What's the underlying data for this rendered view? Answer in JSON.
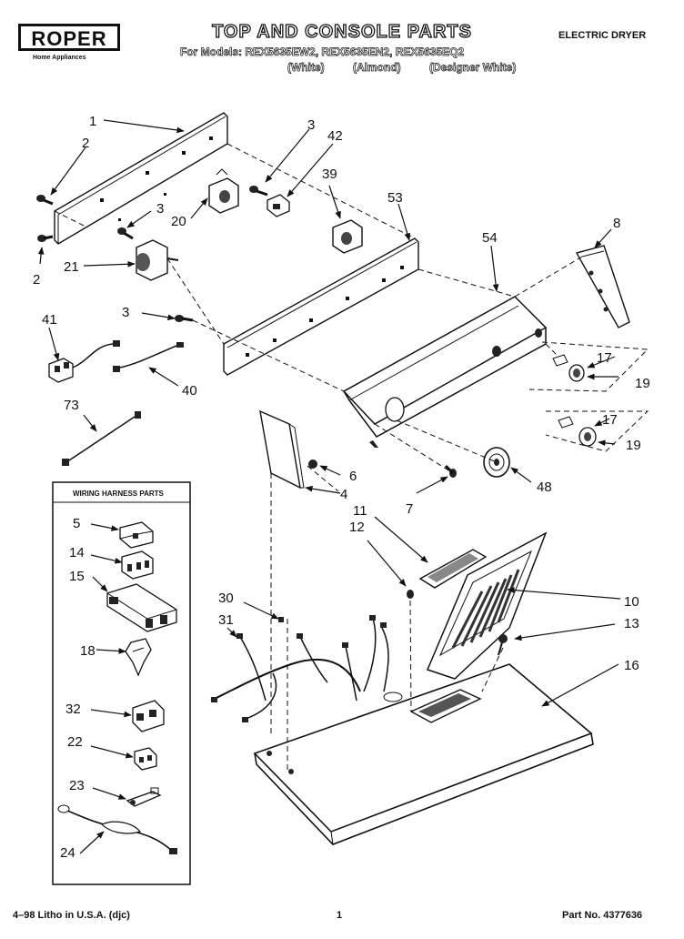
{
  "header": {
    "brand": "ROPER",
    "brand_sub": "Home Appliances",
    "title": "TOP AND CONSOLE PARTS",
    "models_line": "For Models: REX5635EW2, REX5635EN2, REX5635EQ2",
    "variants": [
      "(White)",
      "(Almond)",
      "(Designer White)"
    ],
    "appliance": "ELECTRIC DRYER"
  },
  "inset": {
    "title": "WIRING HARNESS PARTS"
  },
  "callouts": {
    "c1": "1",
    "c2a": "2",
    "c2b": "2",
    "c3a": "3",
    "c3b": "3",
    "c3c": "3",
    "c4": "4",
    "c5": "5",
    "c6": "6",
    "c7": "7",
    "c8": "8",
    "c10": "10",
    "c11": "11",
    "c12": "12",
    "c13": "13",
    "c14": "14",
    "c15": "15",
    "c16": "16",
    "c17a": "17",
    "c17b": "17",
    "c18": "18",
    "c19a": "19",
    "c19b": "19",
    "c20": "20",
    "c21": "21",
    "c22": "22",
    "c23": "23",
    "c24": "24",
    "c30": "30",
    "c31": "31",
    "c32": "32",
    "c39": "39",
    "c40": "40",
    "c41": "41",
    "c42": "42",
    "c48": "48",
    "c53": "53",
    "c54": "54",
    "c73": "73"
  },
  "footer": {
    "left": "4–98 Litho in U.S.A. (djc)",
    "center": "1",
    "right": "Part No. 4377636"
  }
}
